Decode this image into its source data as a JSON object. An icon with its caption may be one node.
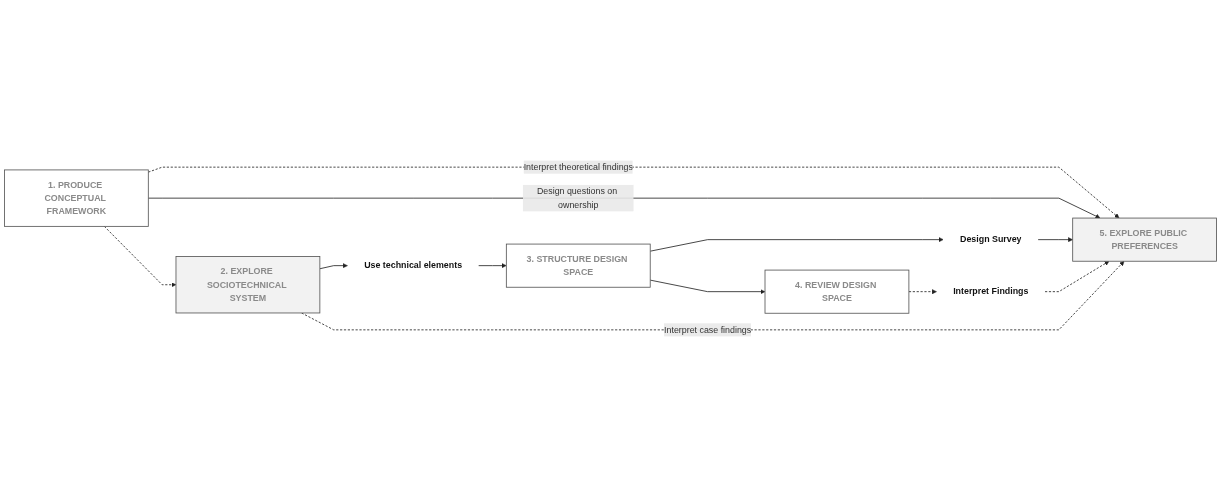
{
  "diagram": {
    "nodes": [
      {
        "text": [
          "1. PRODUCE CONCEPTUAL FRAMEWORK"
        ]
      },
      {
        "text": [
          "2. EXPLORE SOCIOTECHNICAL SYSTEM"
        ]
      },
      {
        "text": [
          "Use technical elements"
        ]
      },
      {
        "text": [
          "3. STRUCTURE DESIGN SPACE"
        ]
      },
      {
        "text": [
          "4. REVIEW DESIGN SPACE"
        ]
      },
      {
        "text": [
          "Design Survey"
        ]
      },
      {
        "text": [
          "Interpret Findings"
        ]
      },
      {
        "text": [
          "5. EXPLORE PUBLIC PREFERENCES"
        ]
      }
    ],
    "edges": [
      {
        "from": 0,
        "to": 7,
        "arrow": "to",
        "label": "Interpret theoretical findings",
        "style": "dashed"
      },
      {
        "from": 0,
        "to": 7,
        "arrow": "to",
        "label": "Design questions on ownership"
      },
      {
        "from": 0,
        "to": 1,
        "arrow": "to",
        "style": "dashed"
      },
      {
        "from": 1,
        "to": 2,
        "arrow": "to"
      },
      {
        "from": 2,
        "to": 3,
        "arrow": "to"
      },
      {
        "from": 3,
        "to": 5,
        "arrow": "to"
      },
      {
        "from": 3,
        "to": 4,
        "arrow": "to"
      },
      {
        "from": 4,
        "to": 6,
        "arrow": "to",
        "style": "dashed"
      },
      {
        "from": 5,
        "to": 7,
        "arrow": "to"
      },
      {
        "from": 6,
        "to": 7,
        "arrow": "to",
        "style": "dashed"
      },
      {
        "from": 1,
        "to": 7,
        "arrow": "to",
        "label": "Interpret case findings",
        "style": "dashed"
      }
    ]
  }
}
